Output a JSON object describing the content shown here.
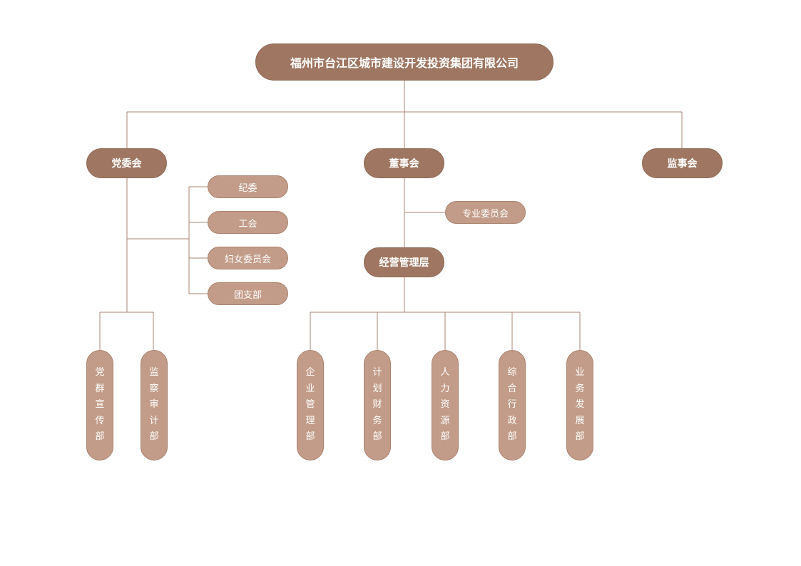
{
  "root": "福州市台江区城市建设开发投资集团有限公司",
  "level2": {
    "party": "党委会",
    "board": "董事会",
    "supervisory": "监事会"
  },
  "party_committees": [
    "纪委",
    "工会",
    "妇女委员会",
    "团支部"
  ],
  "party_departments": [
    "党群宣传部",
    "监察审计部"
  ],
  "board_committee": "专业委员会",
  "management": "经营管理层",
  "management_departments": [
    "企业管理部",
    "计划财务部",
    "人力资源部",
    "综合行政部",
    "业务发展部"
  ],
  "colors": {
    "dark_node": "#9e7661",
    "light_node": "#c29c88",
    "connector": "#a98370"
  }
}
